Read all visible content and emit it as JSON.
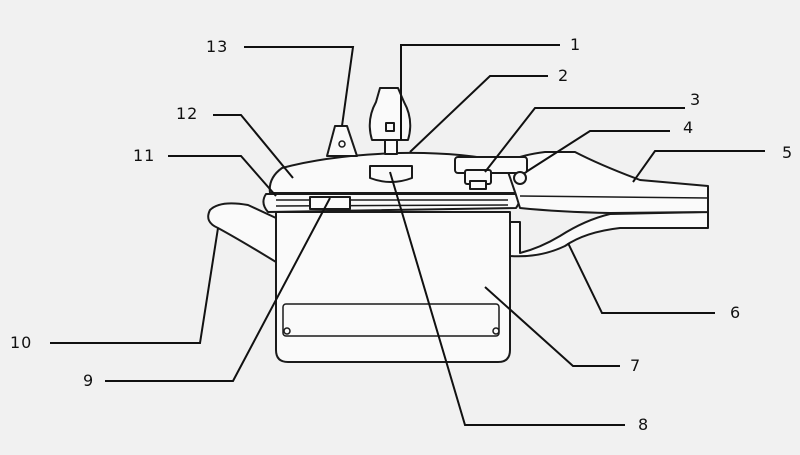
{
  "diagram": {
    "labels": [
      {
        "id": "1",
        "text": "1"
      },
      {
        "id": "2",
        "text": "2"
      },
      {
        "id": "3",
        "text": "3"
      },
      {
        "id": "4",
        "text": "4"
      },
      {
        "id": "5",
        "text": "5"
      },
      {
        "id": "6",
        "text": "6"
      },
      {
        "id": "7",
        "text": "7"
      },
      {
        "id": "8",
        "text": "8"
      },
      {
        "id": "9",
        "text": "9"
      },
      {
        "id": "10",
        "text": "10"
      },
      {
        "id": "11",
        "text": "11"
      },
      {
        "id": "12",
        "text": "12"
      },
      {
        "id": "13",
        "text": "13"
      }
    ],
    "colors": {
      "background": "#f1f1f1",
      "ink": "#1a1a1a",
      "fill": "#fafafa"
    }
  }
}
